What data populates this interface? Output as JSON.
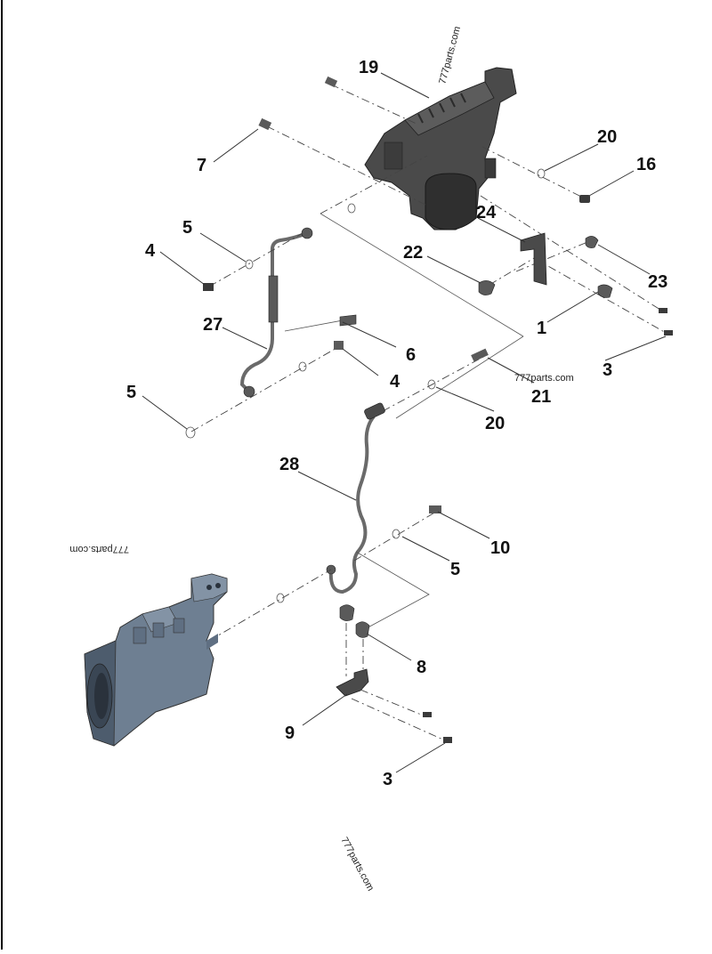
{
  "diagram": {
    "watermark": "777parts.com",
    "callouts": {
      "c19": "19",
      "c20a": "20",
      "c16": "16",
      "c7": "7",
      "c24": "24",
      "c5a": "5",
      "c4a": "4",
      "c22": "22",
      "c23": "23",
      "c27": "27",
      "c1": "1",
      "c6": "6",
      "c3a": "3",
      "c21": "21",
      "c4b": "4",
      "c5b": "5",
      "c20b": "20",
      "c28": "28",
      "c10": "10",
      "c5c": "5",
      "c8": "8",
      "c9": "9",
      "c3b": "3"
    },
    "colors": {
      "filter_housing": "#4a4a4a",
      "filter_housing_dark": "#2f2f2f",
      "pump": "#6e7f92",
      "pump_dark": "#4d5c6d",
      "pipe": "#6a6a6a",
      "hardware": "#5a5a5a"
    }
  }
}
